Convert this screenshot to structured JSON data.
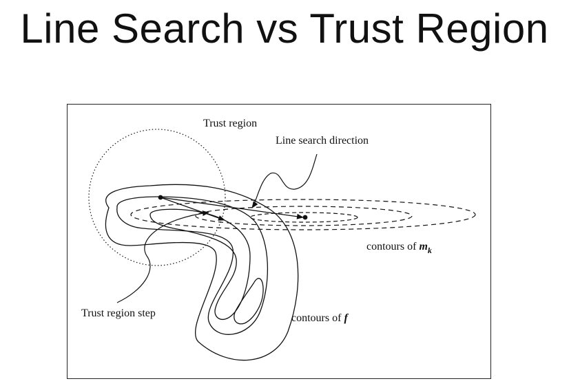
{
  "slide": {
    "title": "Line Search vs Trust Region"
  },
  "figure": {
    "labels": {
      "trust_region": "Trust region",
      "line_search_direction": "Line search direction",
      "contours_mk_prefix": "contours of ",
      "contours_mk_symbol": "m",
      "contours_mk_subscript": "k",
      "trust_region_step": "Trust region step",
      "contours_f_prefix": "contours of ",
      "contours_f_symbol": "f"
    },
    "colors": {
      "stroke": "#111111",
      "background": "#ffffff"
    }
  }
}
